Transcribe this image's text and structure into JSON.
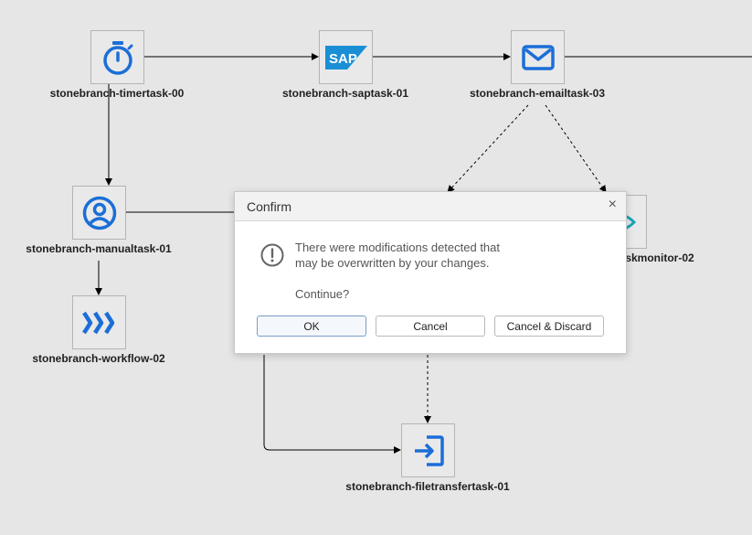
{
  "nodes": [
    {
      "id": "timertask",
      "label": "stonebranch-timertask-00",
      "icon": "stopwatch-icon"
    },
    {
      "id": "saptask",
      "label": "stonebranch-saptask-01",
      "icon": "sap-logo-icon"
    },
    {
      "id": "emailtask",
      "label": "stonebranch-emailtask-03",
      "icon": "envelope-icon"
    },
    {
      "id": "manualtask",
      "label": "stonebranch-manualtask-01",
      "icon": "user-circle-icon"
    },
    {
      "id": "workflow",
      "label": "stonebranch-workflow-02",
      "icon": "chevrons-right-icon"
    },
    {
      "id": "taskmonitor",
      "label": "skmonitor-02",
      "icon": "eye-icon"
    },
    {
      "id": "filetransfer",
      "label": "stonebranch-filetransfertask-01",
      "icon": "sign-in-icon"
    }
  ],
  "sap_text": "SAP",
  "dialog": {
    "title": "Confirm",
    "close_symbol": "×",
    "message_line1": "There were modifications detected that",
    "message_line2": "may be overwritten by your changes.",
    "question": "Continue?",
    "buttons": {
      "ok": "OK",
      "cancel": "Cancel",
      "cancel_discard": "Cancel & Discard"
    }
  },
  "colors": {
    "icon_blue": "#1b6ed8",
    "sap_blue": "#1a8fd6",
    "monitor_teal": "#17a6b8",
    "canvas_bg": "#e6e6e6"
  }
}
